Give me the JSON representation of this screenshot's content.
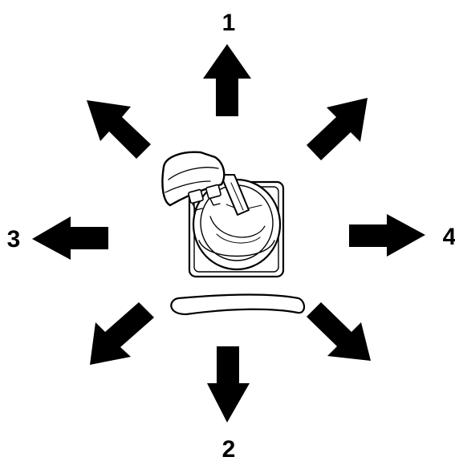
{
  "diagram": {
    "labels": {
      "up": "1",
      "down": "2",
      "left": "3",
      "right": "4"
    },
    "arrow_directions": [
      "up",
      "down",
      "left",
      "right",
      "up-left",
      "up-right",
      "down-left",
      "down-right"
    ],
    "center_object": "joystick-control-icon",
    "colors": {
      "arrow": "#000000",
      "line": "#000000",
      "background": "#ffffff"
    }
  }
}
